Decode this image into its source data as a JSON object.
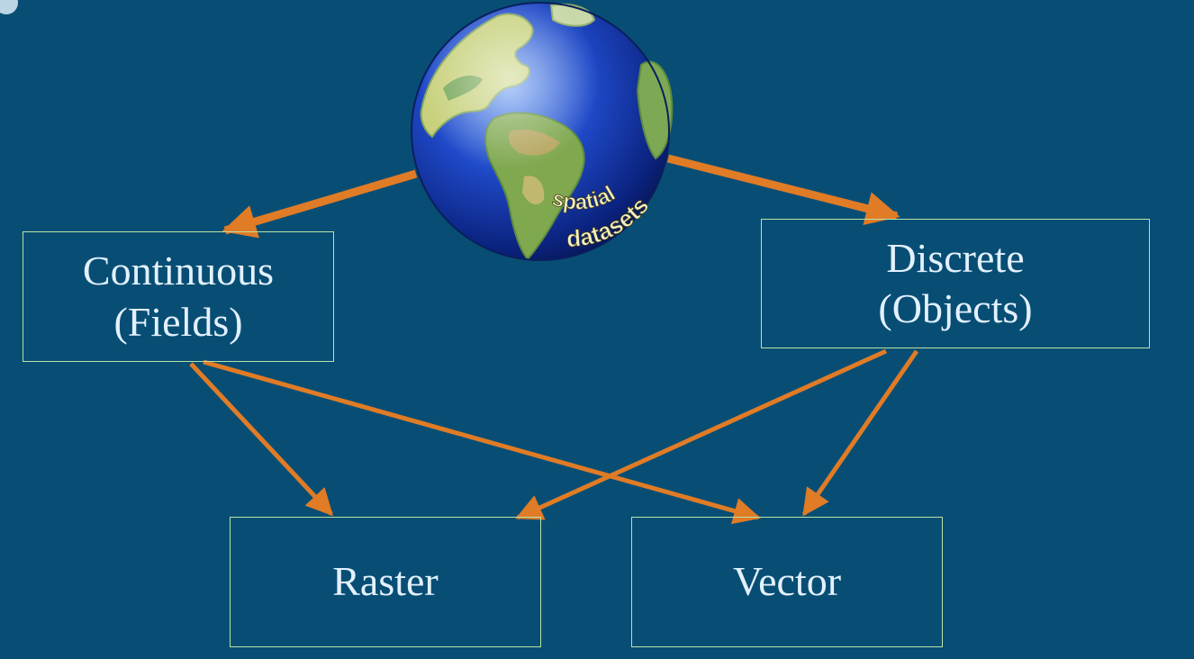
{
  "nodes": {
    "continuous": {
      "line1": "Continuous",
      "line2": "(Fields)"
    },
    "discrete": {
      "line1": "Discrete",
      "line2": "(Objects)"
    },
    "raster": {
      "label": "Raster"
    },
    "vector": {
      "label": "Vector"
    }
  },
  "globe": {
    "icon": "globe-icon",
    "caption_line1": "spatial",
    "caption_line2": "datasets"
  },
  "colors": {
    "background": "#084e74",
    "box_border": "#b9e3a6",
    "text": "#e3f1ff",
    "arrow": "#e07b26"
  }
}
